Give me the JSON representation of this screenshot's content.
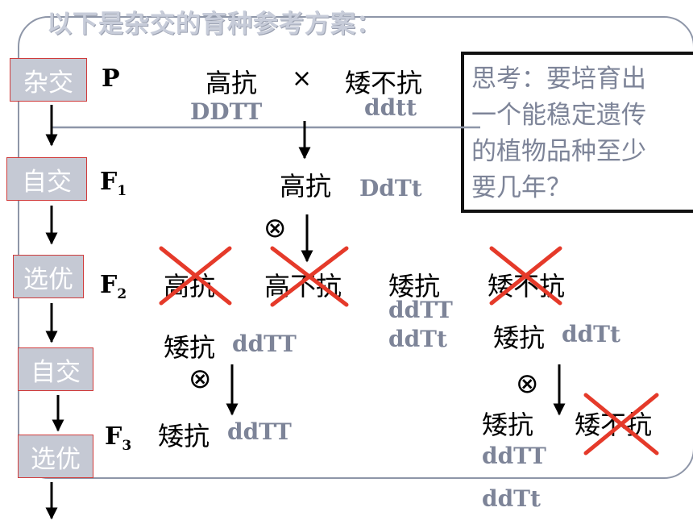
{
  "title": "以下是杂交的育种参考方案：",
  "steps": [
    "杂交",
    "自交",
    "选优",
    "自交",
    "选优"
  ],
  "generations": {
    "p": "P",
    "f1_letter": "F",
    "f1_sub": "1",
    "f2_letter": "F",
    "f2_sub": "2",
    "f3_letter": "F",
    "f3_sub": "3"
  },
  "parents": {
    "parent1": "高抗",
    "parent1_genotype": "DDTT",
    "cross_symbol": "×",
    "parent2": "矮不抗",
    "parent2_genotype": "ddtt"
  },
  "f1": {
    "phenotype": "高抗",
    "genotype": "DdTt"
  },
  "selfing_symbol": "⊗",
  "f2": {
    "types": [
      "高抗",
      "高不抗",
      "矮抗",
      "矮不抗"
    ],
    "dwarf_resistant_genotypes": [
      "ddTT",
      "ddTt"
    ],
    "selected_left": {
      "phenotype": "矮抗",
      "genotype": "ddTT"
    },
    "selected_right": {
      "phenotype": "矮抗",
      "genotype": "ddTt"
    }
  },
  "f3": {
    "left": {
      "phenotype": "矮抗",
      "genotype": "ddTT"
    },
    "right_types": [
      "矮抗",
      "矮不抗"
    ],
    "right_genotypes": [
      "ddTT",
      "ddTt"
    ]
  },
  "question": {
    "lines": [
      "思考：要培育出",
      "一个能稳定遗传",
      "的植物品种至少",
      "要几年？"
    ]
  },
  "colors": {
    "label_box": "#c5c9d4",
    "label_border": "#d03b3b",
    "cross_out": "#e53a2a",
    "genotype_text": "#7d8498",
    "frame": "#8e96a8"
  }
}
